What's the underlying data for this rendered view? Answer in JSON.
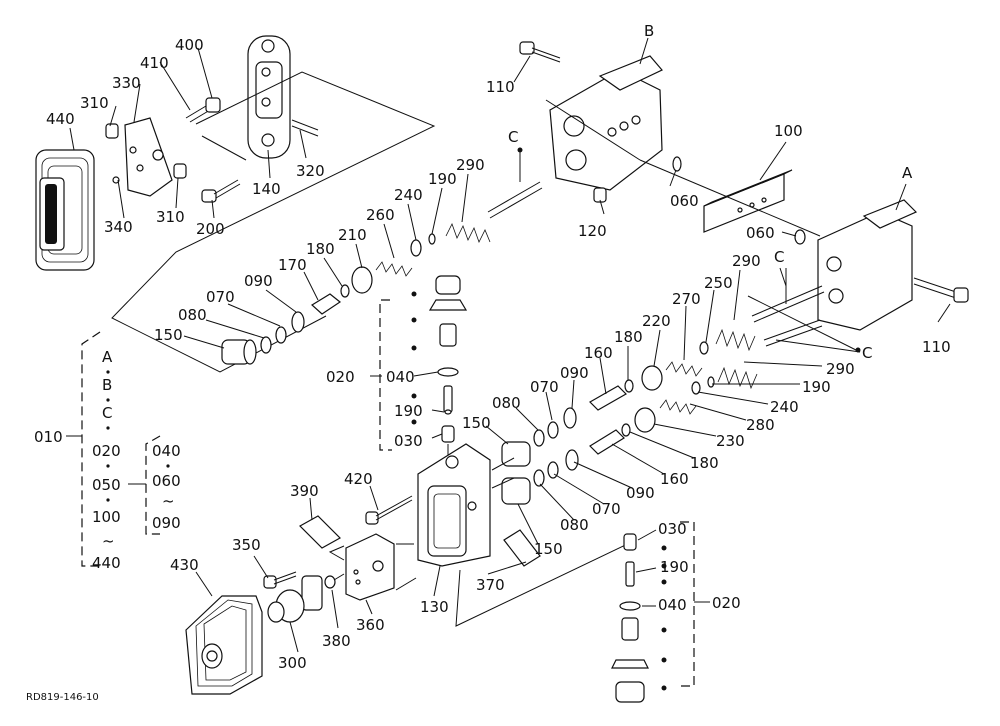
{
  "figure_reference": "RD819-146-10",
  "callouts": {
    "c400": "400",
    "c410": "410",
    "c330": "330",
    "c310a": "310",
    "c440": "440",
    "c340": "340",
    "c310b": "310",
    "c200": "200",
    "c140": "140",
    "c320": "320",
    "c110a": "110",
    "cB": "B",
    "cC1": "C",
    "c290a": "290",
    "c190a": "190",
    "c240a": "240",
    "c260": "260",
    "c210": "210",
    "c180a": "180",
    "c170": "170",
    "c090a": "090",
    "c070a": "070",
    "c080a": "080",
    "c150a": "150",
    "c060a": "060",
    "c120": "120",
    "c100": "100",
    "cA": "A",
    "c060b": "060",
    "c110b": "110",
    "cC2": "C",
    "c290b": "290",
    "c250": "250",
    "c270": "270",
    "c220": "220",
    "c180b": "180",
    "c160a": "160",
    "c090b": "090",
    "c070b": "070",
    "c080b": "080",
    "c150b": "150",
    "cC3": "C",
    "c290c": "290",
    "c190b": "190",
    "c240b": "240",
    "c280": "280",
    "c230": "230",
    "c180c": "180",
    "c160b": "160",
    "c090c": "090",
    "c070c": "070",
    "c080c": "080",
    "c150c": "150",
    "c020a": "020",
    "c040a": "040",
    "c190c": "190",
    "c030a": "030",
    "c390": "390",
    "c420": "420",
    "c350": "350",
    "c430": "430",
    "c300": "300",
    "c380": "380",
    "c360": "360",
    "c130": "130",
    "c370": "370",
    "c030b": "030",
    "c190d": "190",
    "c040b": "040",
    "c020b": "020"
  },
  "assembly_legend": {
    "main_label": "010",
    "items": [
      "A",
      "B",
      "C",
      "020",
      "050",
      "100",
      "~",
      "440"
    ],
    "sub_items": [
      "040",
      "060",
      "~",
      "090"
    ]
  }
}
